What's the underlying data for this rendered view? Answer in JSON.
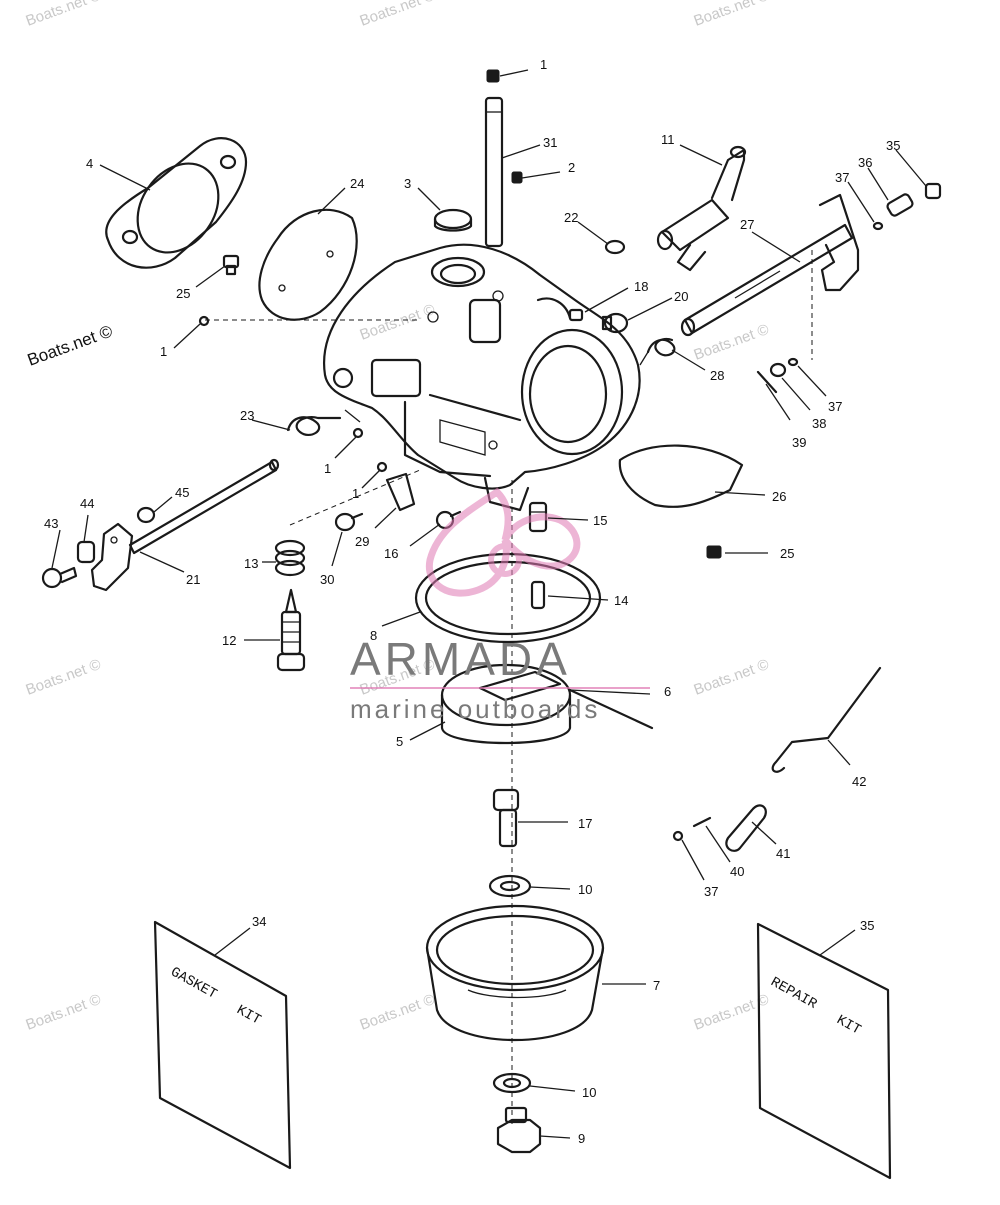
{
  "watermark": {
    "text": "Boats.net ©",
    "color": "#c8c8c8"
  },
  "credit": {
    "text": "Boats.net ©"
  },
  "brand": {
    "name": "ARMADA",
    "tagline": "marine outboards",
    "text_color": "#7a7a7a",
    "logo_color": "#e07ab4"
  },
  "kits": {
    "gasket": {
      "line1": "GASKET",
      "line2": "KIT"
    },
    "repair": {
      "line1": "REPAIR",
      "line2": "KIT"
    }
  },
  "callouts": [
    {
      "id": "c1a",
      "text": "1"
    },
    {
      "id": "c31",
      "text": "31"
    },
    {
      "id": "c2",
      "text": "2"
    },
    {
      "id": "c3",
      "text": "3"
    },
    {
      "id": "c4",
      "text": "4"
    },
    {
      "id": "c24",
      "text": "24"
    },
    {
      "id": "c25a",
      "text": "25"
    },
    {
      "id": "c1b",
      "text": "1"
    },
    {
      "id": "c22",
      "text": "22"
    },
    {
      "id": "c11",
      "text": "11"
    },
    {
      "id": "c35a",
      "text": "35"
    },
    {
      "id": "c36",
      "text": "36"
    },
    {
      "id": "c37a",
      "text": "37"
    },
    {
      "id": "c27",
      "text": "27"
    },
    {
      "id": "c18",
      "text": "18"
    },
    {
      "id": "c20",
      "text": "20"
    },
    {
      "id": "c28",
      "text": "28"
    },
    {
      "id": "c39",
      "text": "39"
    },
    {
      "id": "c38",
      "text": "38"
    },
    {
      "id": "c37b",
      "text": "37"
    },
    {
      "id": "c23",
      "text": "23"
    },
    {
      "id": "c1c",
      "text": "1"
    },
    {
      "id": "c1d",
      "text": "1"
    },
    {
      "id": "c26",
      "text": "26"
    },
    {
      "id": "c43",
      "text": "43"
    },
    {
      "id": "c44",
      "text": "44"
    },
    {
      "id": "c45",
      "text": "45"
    },
    {
      "id": "c21",
      "text": "21"
    },
    {
      "id": "c29",
      "text": "29"
    },
    {
      "id": "c16",
      "text": "16"
    },
    {
      "id": "c15",
      "text": "15"
    },
    {
      "id": "c25b",
      "text": "25"
    },
    {
      "id": "c13",
      "text": "13"
    },
    {
      "id": "c30",
      "text": "30"
    },
    {
      "id": "c14",
      "text": "14"
    },
    {
      "id": "c12",
      "text": "12"
    },
    {
      "id": "c8",
      "text": "8"
    },
    {
      "id": "c6",
      "text": "6"
    },
    {
      "id": "c5",
      "text": "5"
    },
    {
      "id": "c42",
      "text": "42"
    },
    {
      "id": "c17",
      "text": "17"
    },
    {
      "id": "c40",
      "text": "40"
    },
    {
      "id": "c41",
      "text": "41"
    },
    {
      "id": "c37c",
      "text": "37"
    },
    {
      "id": "c10a",
      "text": "10"
    },
    {
      "id": "c34",
      "text": "34"
    },
    {
      "id": "c35b",
      "text": "35"
    },
    {
      "id": "c7",
      "text": "7"
    },
    {
      "id": "c10b",
      "text": "10"
    },
    {
      "id": "c9",
      "text": "9"
    }
  ]
}
